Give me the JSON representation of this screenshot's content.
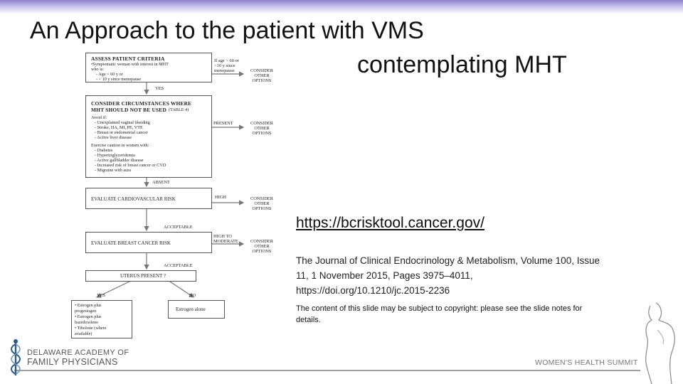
{
  "slide": {
    "title_line1": "An Approach to the patient with VMS",
    "title_line2": "contemplating MHT",
    "link_text": "https://bcrisktool.cancer.gov/",
    "citation": "The Journal of Clinical Endocrinology & Metabolism, Volume 100, Issue 11, 1 November 2015, Pages 3975–4011, https://doi.org/10.1210/jc.2015-2236",
    "copyright_note": "The content of this slide may be subject to copyright: please see the slide notes for details."
  },
  "flowchart": {
    "box1": {
      "heading": "ASSESS PATIENT CRITERIA",
      "lines": [
        "•Symptomatic woman with interest in MHT",
        "who is:",
        "  - Age < 60 y or",
        "  - < 10 y since menopause"
      ],
      "side_label": "If age > 60 or >10 y since menopause",
      "option": [
        "CONSIDER",
        "OTHER",
        "OPTIONS"
      ]
    },
    "yes_label": "YES",
    "box2": {
      "heading": "CONSIDER CIRCUMSTANCES WHERE",
      "heading2": "MHT SHOULD NOT BE USED",
      "table_ref": "(TABLE 4)",
      "avoid_label": "Avoid if:",
      "avoid_items": [
        "- Unexplained vaginal bleeding",
        "- Stroke, HA, MI, PE, VTE",
        "- Breast or endometrial cancer",
        "- Active liver disease"
      ],
      "caution_label": "Exercise caution in women with:",
      "caution_items": [
        "- Diabetes",
        "- Hypertriglyceridemia",
        "- Active gallbladder disease",
        "- Increased risk of breast cancer or CVD",
        "- Migraine with aura"
      ],
      "side_label": "PRESENT",
      "option": [
        "CONSIDER",
        "OTHER",
        "OPTIONS"
      ]
    },
    "absent_label": "ABSENT",
    "box3": {
      "heading": "EVALUATE CARDIOVASCULAR RISK",
      "side_label": "HIGH",
      "option": [
        "CONSIDER",
        "OTHER",
        "OPTIONS"
      ]
    },
    "acceptable_label_1": "ACCEPTABLE",
    "box4": {
      "heading": "EVALUATE BREAST CANCER RISK",
      "side_label_1": "HIGH TO",
      "side_label_2": "MODERATE",
      "option": [
        "CONSIDER",
        "OTHER",
        "OPTIONS"
      ]
    },
    "acceptable_label_2": "ACCEPTABLE",
    "box5": {
      "heading": "UTERUS PRESENT ?"
    },
    "yes_branch_label": "YES",
    "no_branch_label": "NO",
    "box6": {
      "items": [
        "• Estrogen plus",
        "  progestogen",
        "• Estrogen plus",
        "  bazedoxifene",
        "• Tibolone (where",
        "  available)"
      ]
    },
    "box7": {
      "heading": "Estrogen alone"
    }
  },
  "footer": {
    "org_line1": "DELAWARE ACADEMY OF",
    "org_line2": "FAMILY PHYSICIANS",
    "event": "WOMEN'S HEALTH SUMMIT"
  },
  "colors": {
    "header_gradient": "#8f7fd0",
    "line": "#555555",
    "text": "#111111"
  }
}
